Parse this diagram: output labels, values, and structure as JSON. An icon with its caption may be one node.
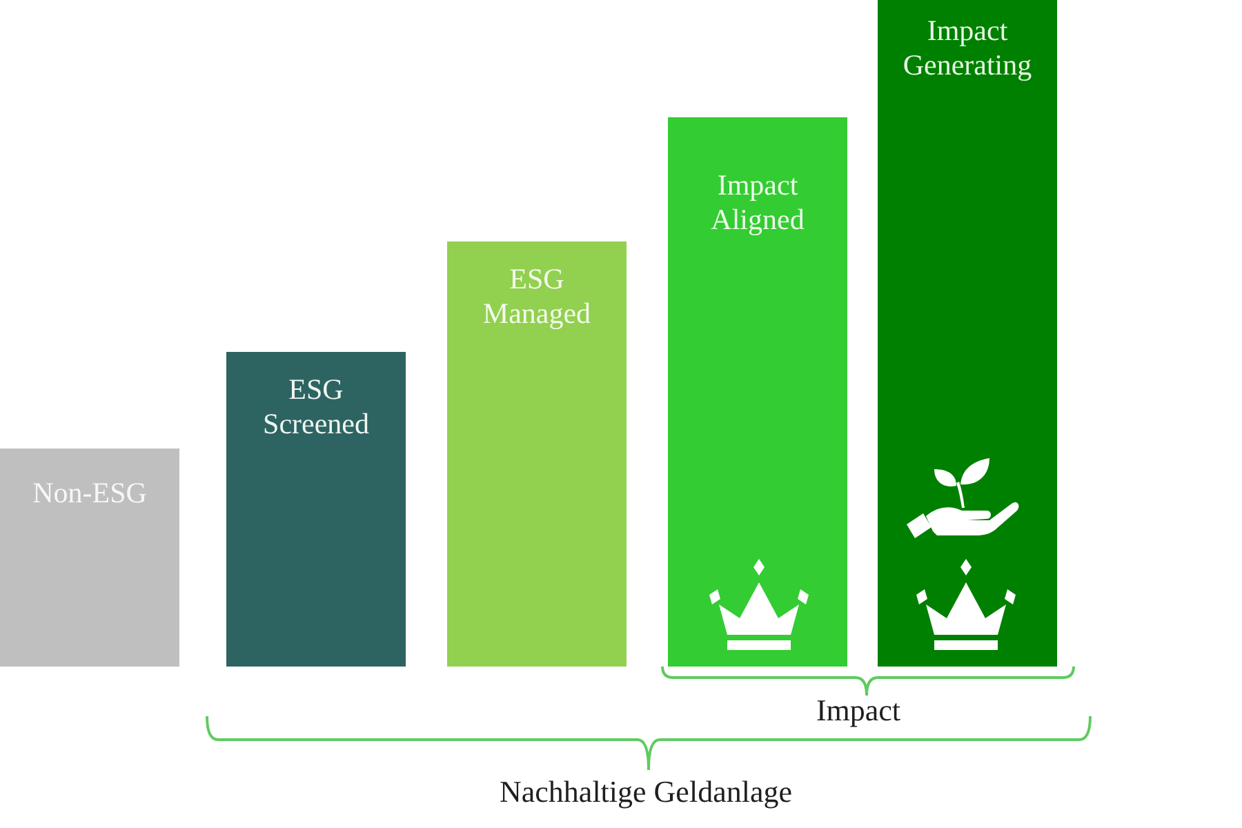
{
  "diagram": {
    "nodes": [
      {
        "text": [
          "Non-ESG"
        ]
      },
      {
        "text": [
          "ESG Screened"
        ]
      },
      {
        "text": [
          "ESG Managed"
        ]
      },
      {
        "text": [
          "Impact Aligned"
        ]
      },
      {
        "text": [
          "Impact Generating"
        ]
      }
    ],
    "labels": [
      "Impact",
      "Nachhaltige Geldanlage"
    ]
  }
}
